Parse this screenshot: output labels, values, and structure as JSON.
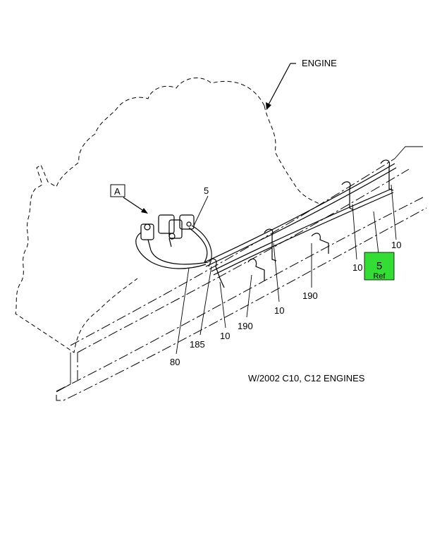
{
  "diagram": {
    "engine_label": "ENGINE",
    "view_label": "A",
    "note": "W/2002 C10, C12 ENGINES",
    "ref_box": {
      "number": "5",
      "sub": "Ref",
      "color": "#33dd33"
    },
    "callouts": {
      "c5_top": "5",
      "c10_right": "10",
      "c10_mid_right": "10",
      "c190_right": "190",
      "c10_center": "10",
      "c190_left": "190",
      "c10_left": "10",
      "c185": "185",
      "c80": "80"
    }
  }
}
